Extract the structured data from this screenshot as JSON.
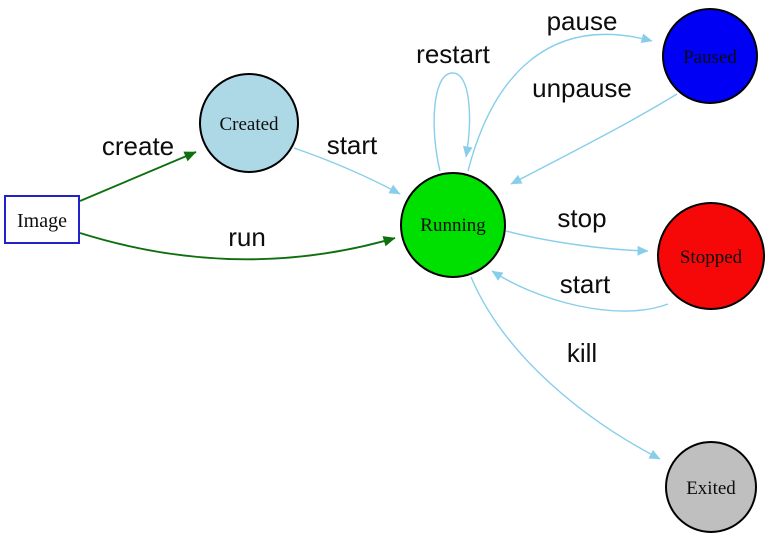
{
  "palette": {
    "background": "#ffffff",
    "transition_edge": "#87ceeb",
    "creation_edge": "#0e6f0e",
    "node_outline": "#000000",
    "label_color": "#0d0d0d"
  },
  "nodes": {
    "image": {
      "label": "Image",
      "shape": "box",
      "fill": "#ffffff",
      "border": "#2222cc"
    },
    "created": {
      "label": "Created",
      "shape": "circle",
      "fill": "#add8e6"
    },
    "running": {
      "label": "Running",
      "shape": "circle",
      "fill": "#00e000"
    },
    "paused": {
      "label": "Paused",
      "shape": "circle",
      "fill": "#0000f5"
    },
    "stopped": {
      "label": "Stopped",
      "shape": "circle",
      "fill": "#f70808"
    },
    "exited": {
      "label": "Exited",
      "shape": "circle",
      "fill": "#bfbfbf"
    }
  },
  "edges": {
    "create": {
      "label": "create",
      "from": "Image",
      "to": "Created"
    },
    "run": {
      "label": "run",
      "from": "Image",
      "to": "Running"
    },
    "start_created": {
      "label": "start",
      "from": "Created",
      "to": "Running"
    },
    "restart": {
      "label": "restart",
      "from": "Running",
      "to": "Running"
    },
    "pause": {
      "label": "pause",
      "from": "Running",
      "to": "Paused"
    },
    "unpause": {
      "label": "unpause",
      "from": "Paused",
      "to": "Running"
    },
    "stop": {
      "label": "stop",
      "from": "Running",
      "to": "Stopped"
    },
    "start_stopped": {
      "label": "start",
      "from": "Stopped",
      "to": "Running"
    },
    "kill": {
      "label": "kill",
      "from": "Running",
      "to": "Exited"
    }
  }
}
